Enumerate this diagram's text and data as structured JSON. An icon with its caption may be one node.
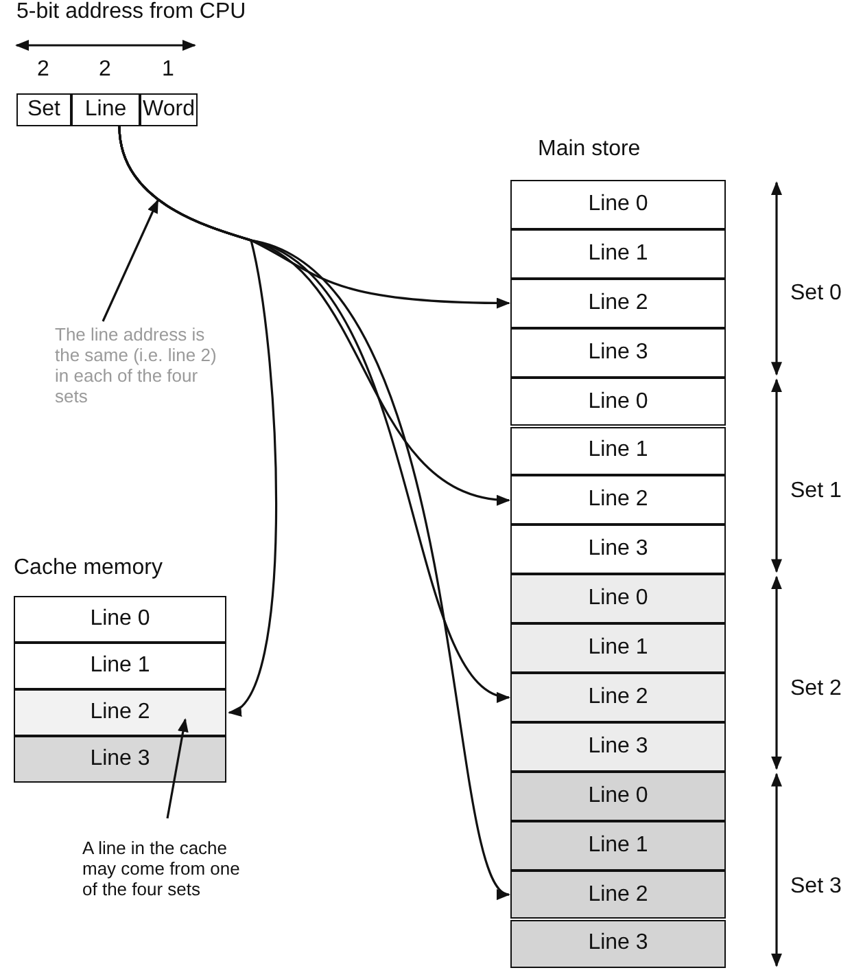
{
  "diagram": {
    "nodes": [
      {
        "text": [
          "5-bit address from CPU"
        ]
      },
      {
        "text": [
          "Set"
        ],
        "in": 0
      },
      {
        "text": [
          "Line"
        ],
        "in": 0
      },
      {
        "text": [
          "Word"
        ],
        "in": 0
      },
      {
        "text": [
          "Main store"
        ]
      },
      {
        "text": [
          "Line 0"
        ],
        "in": 4
      },
      {
        "text": [
          "Line 1"
        ],
        "in": 4
      },
      {
        "text": [
          "Line 2"
        ],
        "in": 4
      },
      {
        "text": [
          "Line 3"
        ],
        "in": 4
      },
      {
        "text": [
          "Line 0"
        ],
        "in": 4
      },
      {
        "text": [
          "Line 1"
        ],
        "in": 4
      },
      {
        "text": [
          "Line 2"
        ],
        "in": 4
      },
      {
        "text": [
          "Line 3"
        ],
        "in": 4
      },
      {
        "text": [
          "Line 0"
        ],
        "in": 4
      },
      {
        "text": [
          "Line 1"
        ],
        "in": 4
      },
      {
        "text": [
          "Line 2"
        ],
        "in": 4
      },
      {
        "text": [
          "Line 3"
        ],
        "in": 4
      },
      {
        "text": [
          "Line 0"
        ],
        "in": 4
      },
      {
        "text": [
          "Line 1"
        ],
        "in": 4
      },
      {
        "text": [
          "Line 2"
        ],
        "in": 4
      },
      {
        "text": [
          "Line 3"
        ],
        "in": 4
      },
      {
        "text": [
          "Cache memory"
        ]
      },
      {
        "text": [
          "Line 0"
        ],
        "in": 21
      },
      {
        "text": [
          "Line 1"
        ],
        "in": 21
      },
      {
        "text": [
          "Line 2"
        ],
        "in": 21
      },
      {
        "text": [
          "Line 3"
        ],
        "in": 21
      },
      {
        "text": [
          "The line address is the same (i.e. line 2) in each of the four sets"
        ]
      },
      {
        "text": [
          "A line in the cache may come from one of the four sets"
        ]
      }
    ],
    "edges": [
      {
        "from": 2,
        "to": 7,
        "arrow": "to"
      },
      {
        "from": 2,
        "to": 11,
        "arrow": "to"
      },
      {
        "from": 2,
        "to": 15,
        "arrow": "to"
      },
      {
        "from": 2,
        "to": 19,
        "arrow": "to"
      },
      {
        "from": 2,
        "to": 24,
        "arrow": "to"
      },
      {
        "from": 26,
        "to": null,
        "arrow": "to"
      },
      {
        "from": 27,
        "to": 24,
        "arrow": "to"
      }
    ],
    "labels": [
      "2",
      "2",
      "1",
      "Set 0",
      "Set 1",
      "Set 2",
      "Set 3"
    ]
  }
}
